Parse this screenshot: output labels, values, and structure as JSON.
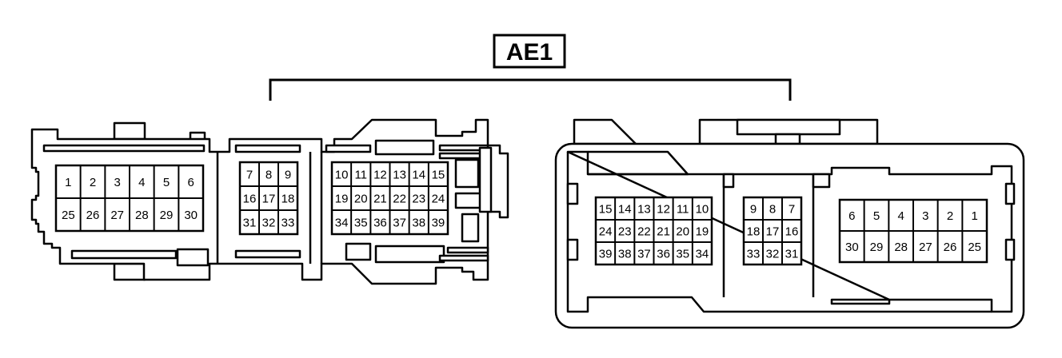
{
  "connector_label": "AE1",
  "left_connector": {
    "groups": [
      {
        "rows": [
          [
            "1",
            "2",
            "3",
            "4",
            "5",
            "6"
          ],
          [
            "25",
            "26",
            "27",
            "28",
            "29",
            "30"
          ]
        ]
      },
      {
        "rows": [
          [
            "7",
            "8",
            "9"
          ],
          [
            "16",
            "17",
            "18"
          ],
          [
            "31",
            "32",
            "33"
          ]
        ]
      },
      {
        "rows": [
          [
            "10",
            "11",
            "12",
            "13",
            "14",
            "15"
          ],
          [
            "19",
            "20",
            "21",
            "22",
            "23",
            "24"
          ],
          [
            "34",
            "35",
            "36",
            "37",
            "38",
            "39"
          ]
        ]
      }
    ]
  },
  "right_connector": {
    "groups": [
      {
        "rows": [
          [
            "15",
            "14",
            "13",
            "12",
            "11",
            "10"
          ],
          [
            "24",
            "23",
            "22",
            "21",
            "20",
            "19"
          ],
          [
            "39",
            "38",
            "37",
            "36",
            "35",
            "34"
          ]
        ]
      },
      {
        "rows": [
          [
            "9",
            "8",
            "7"
          ],
          [
            "18",
            "17",
            "16"
          ],
          [
            "33",
            "32",
            "31"
          ]
        ]
      },
      {
        "rows": [
          [
            "6",
            "5",
            "4",
            "3",
            "2",
            "1"
          ],
          [
            "30",
            "29",
            "28",
            "27",
            "26",
            "25"
          ]
        ]
      }
    ]
  }
}
